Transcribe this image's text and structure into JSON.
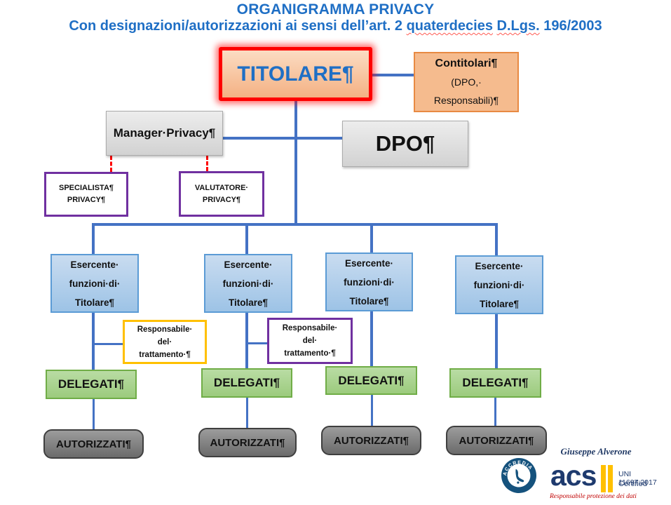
{
  "header": {
    "title": "ORGANIGRAMMA PRIVACY",
    "subtitle_part1": "Con designazioni/autorizzazioni ai sensi dell’art. 2 ",
    "subtitle_spell1": "quaterdecies",
    "subtitle_part2": " ",
    "subtitle_spell2": "D.Lgs.",
    "subtitle_part3": " 196/2003"
  },
  "org_chart": {
    "titolare": {
      "label": "TITOLARE¶"
    },
    "contitolari": {
      "line1": "Contitolari¶",
      "line2": "(DPO,·",
      "line3": "Responsabili)¶"
    },
    "manager_privacy": {
      "label": "Manager·Privacy¶"
    },
    "dpo": {
      "label": "DPO¶"
    },
    "specialista_privacy": {
      "line1": "SPECIALISTA¶",
      "line2": "PRIVACY¶"
    },
    "valutatore_privacy": {
      "line1": "VALUTATORE·",
      "line2": "PRIVACY¶"
    },
    "esercente": {
      "line1": "Esercente·",
      "line2": "funzioni·di·",
      "line3": "Titolare¶"
    },
    "responsabile_trattamento": {
      "line1": "Responsabile·",
      "line2": "del·",
      "line3": "trattamento·¶"
    },
    "delegati": {
      "label": "DELEGATI¶"
    },
    "autorizzati": {
      "label": "AUTORIZZATI¶"
    }
  },
  "certification": {
    "signature": "Giuseppe Alverone",
    "accredia_label": "ACCREDIA",
    "brand": "acs",
    "standard": "UNI 11697:2017",
    "certified": "Certified",
    "tagline": "Responsabile protezione dei dati"
  },
  "colors": {
    "title_blue": "#1F6FC5",
    "connector_blue": "#4472C4",
    "alert_red": "#FE0000",
    "salmon_fill": "#F5BB8E",
    "salmon_border": "#E88A43",
    "gray_fill": "#D9D9D9",
    "purple_border": "#7030A0",
    "gold_border": "#FFC000",
    "blue_fill": "#9DC3E6",
    "blue_border": "#5B9BD5",
    "green_fill": "#A9D18E",
    "green_border": "#70AD47",
    "dark_gray_fill": "#808080",
    "navy": "#1E3A6E",
    "cert_red": "#C00000"
  }
}
